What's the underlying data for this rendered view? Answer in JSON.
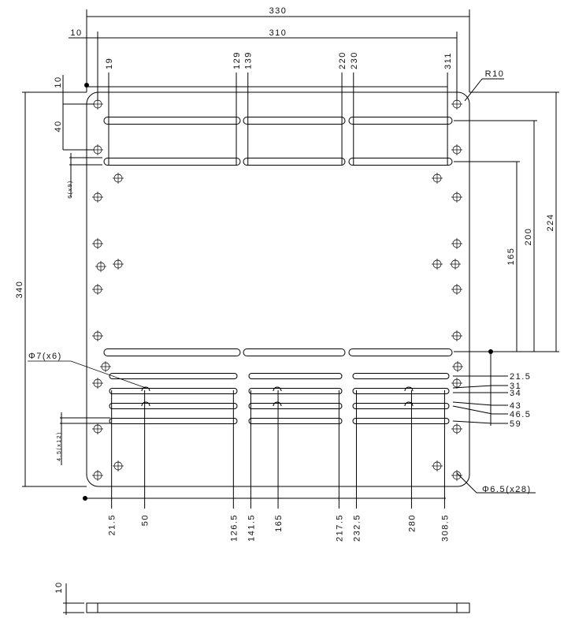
{
  "drawing": {
    "overall_width": "330",
    "hole_span_width": "310",
    "edge_offset": "10",
    "top_dims": [
      "19",
      "129",
      "139",
      "220",
      "230",
      "311"
    ],
    "corner_radius": "R10",
    "height": "340",
    "top_offset": "10",
    "hole_pitch": "40",
    "slot_width_top": "6(x9)",
    "slot_width_bottom": "4.5(x12)",
    "right_dims": [
      "165",
      "200",
      "224"
    ],
    "large_hole_note": "Φ7(x6)",
    "small_hole_note": "Φ6.5(x28)",
    "row_dims": [
      "21.5",
      "31",
      "34",
      "43",
      "46.5",
      "59"
    ],
    "bottom_dims": [
      "21.5",
      "50",
      "126.5",
      "141.5",
      "165",
      "217.5",
      "232.5",
      "280",
      "308.5"
    ],
    "thickness": "10"
  }
}
